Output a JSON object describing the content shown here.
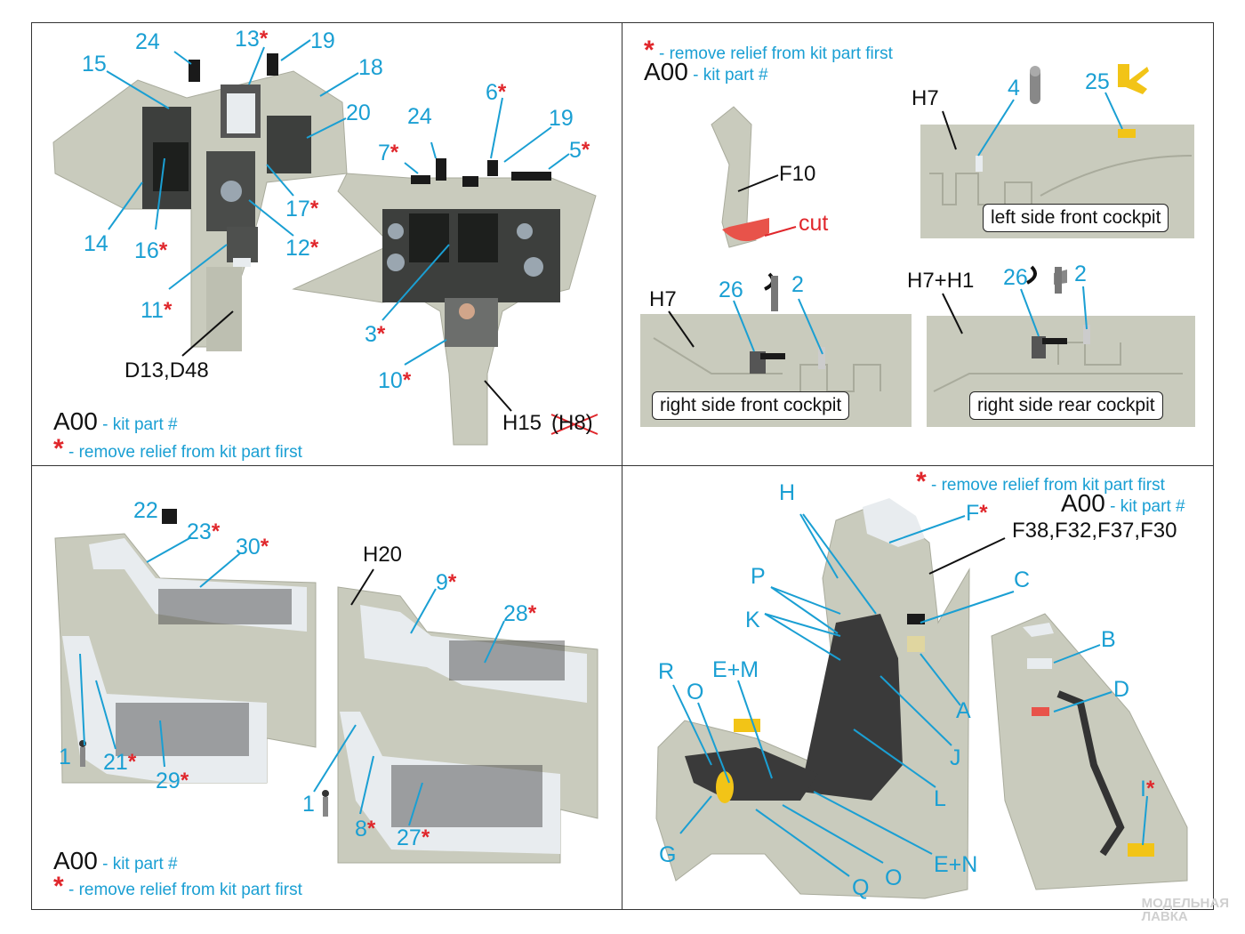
{
  "colors": {
    "callout": "#1a9fd3",
    "star": "#e0262b",
    "black": "#111111",
    "resin": "#c9cbbd",
    "resin_dark": "#a9ab9c",
    "panel": "#e8ecef",
    "cut": "#e8534a",
    "decal_yellow": "#f2c417"
  },
  "legend": {
    "code": "A00",
    "kit_part": "- kit part #",
    "star": "*",
    "remove_relief": "- remove relief from kit part first"
  },
  "q1": {
    "callouts": [
      {
        "n": "24",
        "s": ""
      },
      {
        "n": "13",
        "s": "*"
      },
      {
        "n": "19",
        "s": ""
      },
      {
        "n": "15",
        "s": ""
      },
      {
        "n": "18",
        "s": ""
      },
      {
        "n": "20",
        "s": ""
      },
      {
        "n": "14",
        "s": ""
      },
      {
        "n": "16",
        "s": "*"
      },
      {
        "n": "17",
        "s": "*"
      },
      {
        "n": "12",
        "s": "*"
      },
      {
        "n": "11",
        "s": "*"
      },
      {
        "n": "24",
        "s": ""
      },
      {
        "n": "6",
        "s": "*"
      },
      {
        "n": "7",
        "s": "*"
      },
      {
        "n": "19",
        "s": ""
      },
      {
        "n": "5",
        "s": "*"
      },
      {
        "n": "3",
        "s": "*"
      },
      {
        "n": "10",
        "s": "*"
      }
    ],
    "parts": [
      "D13,D48",
      "H15",
      "(H8)"
    ]
  },
  "q2": {
    "callouts": [
      {
        "n": "4"
      },
      {
        "n": "25"
      },
      {
        "n": "26"
      },
      {
        "n": "2"
      },
      {
        "n": "26"
      },
      {
        "n": "2"
      }
    ],
    "parts": [
      "F10",
      "H7",
      "H7",
      "H7+H1"
    ],
    "cut": "cut",
    "boxes": [
      "left side front cockpit",
      "right side front cockpit",
      "right side rear cockpit"
    ]
  },
  "q3": {
    "callouts": [
      {
        "n": "22",
        "s": ""
      },
      {
        "n": "23",
        "s": "*"
      },
      {
        "n": "30",
        "s": "*"
      },
      {
        "n": "1",
        "s": ""
      },
      {
        "n": "21",
        "s": "*"
      },
      {
        "n": "29",
        "s": "*"
      },
      {
        "n": "9",
        "s": "*"
      },
      {
        "n": "28",
        "s": "*"
      },
      {
        "n": "1",
        "s": ""
      },
      {
        "n": "8",
        "s": "*"
      },
      {
        "n": "27",
        "s": "*"
      }
    ],
    "parts": [
      "H20"
    ]
  },
  "q4": {
    "callouts": [
      {
        "n": "H",
        "s": ""
      },
      {
        "n": "F",
        "s": "*"
      },
      {
        "n": "C",
        "s": ""
      },
      {
        "n": "P",
        "s": ""
      },
      {
        "n": "K",
        "s": ""
      },
      {
        "n": "R",
        "s": ""
      },
      {
        "n": "O",
        "s": ""
      },
      {
        "n": "E+M",
        "s": ""
      },
      {
        "n": "A",
        "s": ""
      },
      {
        "n": "J",
        "s": ""
      },
      {
        "n": "L",
        "s": ""
      },
      {
        "n": "G",
        "s": ""
      },
      {
        "n": "O",
        "s": ""
      },
      {
        "n": "Q",
        "s": ""
      },
      {
        "n": "E+N",
        "s": ""
      },
      {
        "n": "B",
        "s": ""
      },
      {
        "n": "D",
        "s": ""
      },
      {
        "n": "I",
        "s": "*"
      }
    ],
    "parts": [
      "F38,F32,F37,F30"
    ]
  },
  "watermark": [
    "МОДЕЛЬНАЯ",
    "ЛАВКА"
  ]
}
